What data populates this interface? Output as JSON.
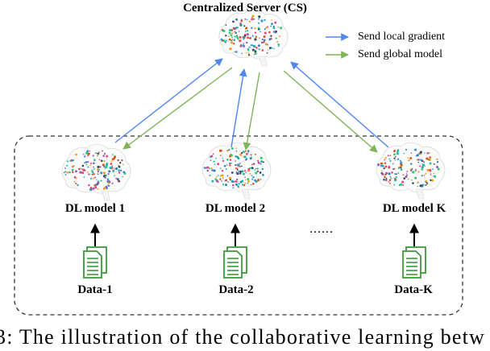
{
  "server": {
    "title": "Centralized Server (CS)"
  },
  "legend": [
    {
      "label": "Send local gradient",
      "color": "#4f86f0"
    },
    {
      "label": "Send global model",
      "color": "#7fb35a"
    }
  ],
  "models": [
    {
      "label": "DL model 1",
      "data_label": "Data-1"
    },
    {
      "label": "DL model 2",
      "data_label": "Data-2"
    },
    {
      "label": "DL model K",
      "data_label": "Data-K"
    }
  ],
  "ellipsis": "......",
  "caption": "3: The illustration of the collaborative learning betw",
  "colors": {
    "upload": "#4f86f0",
    "download": "#7fb35a",
    "document": "#3b9a3b",
    "border": "#333333"
  },
  "icons": {
    "brain": "brain-icon",
    "document": "document-icon"
  }
}
